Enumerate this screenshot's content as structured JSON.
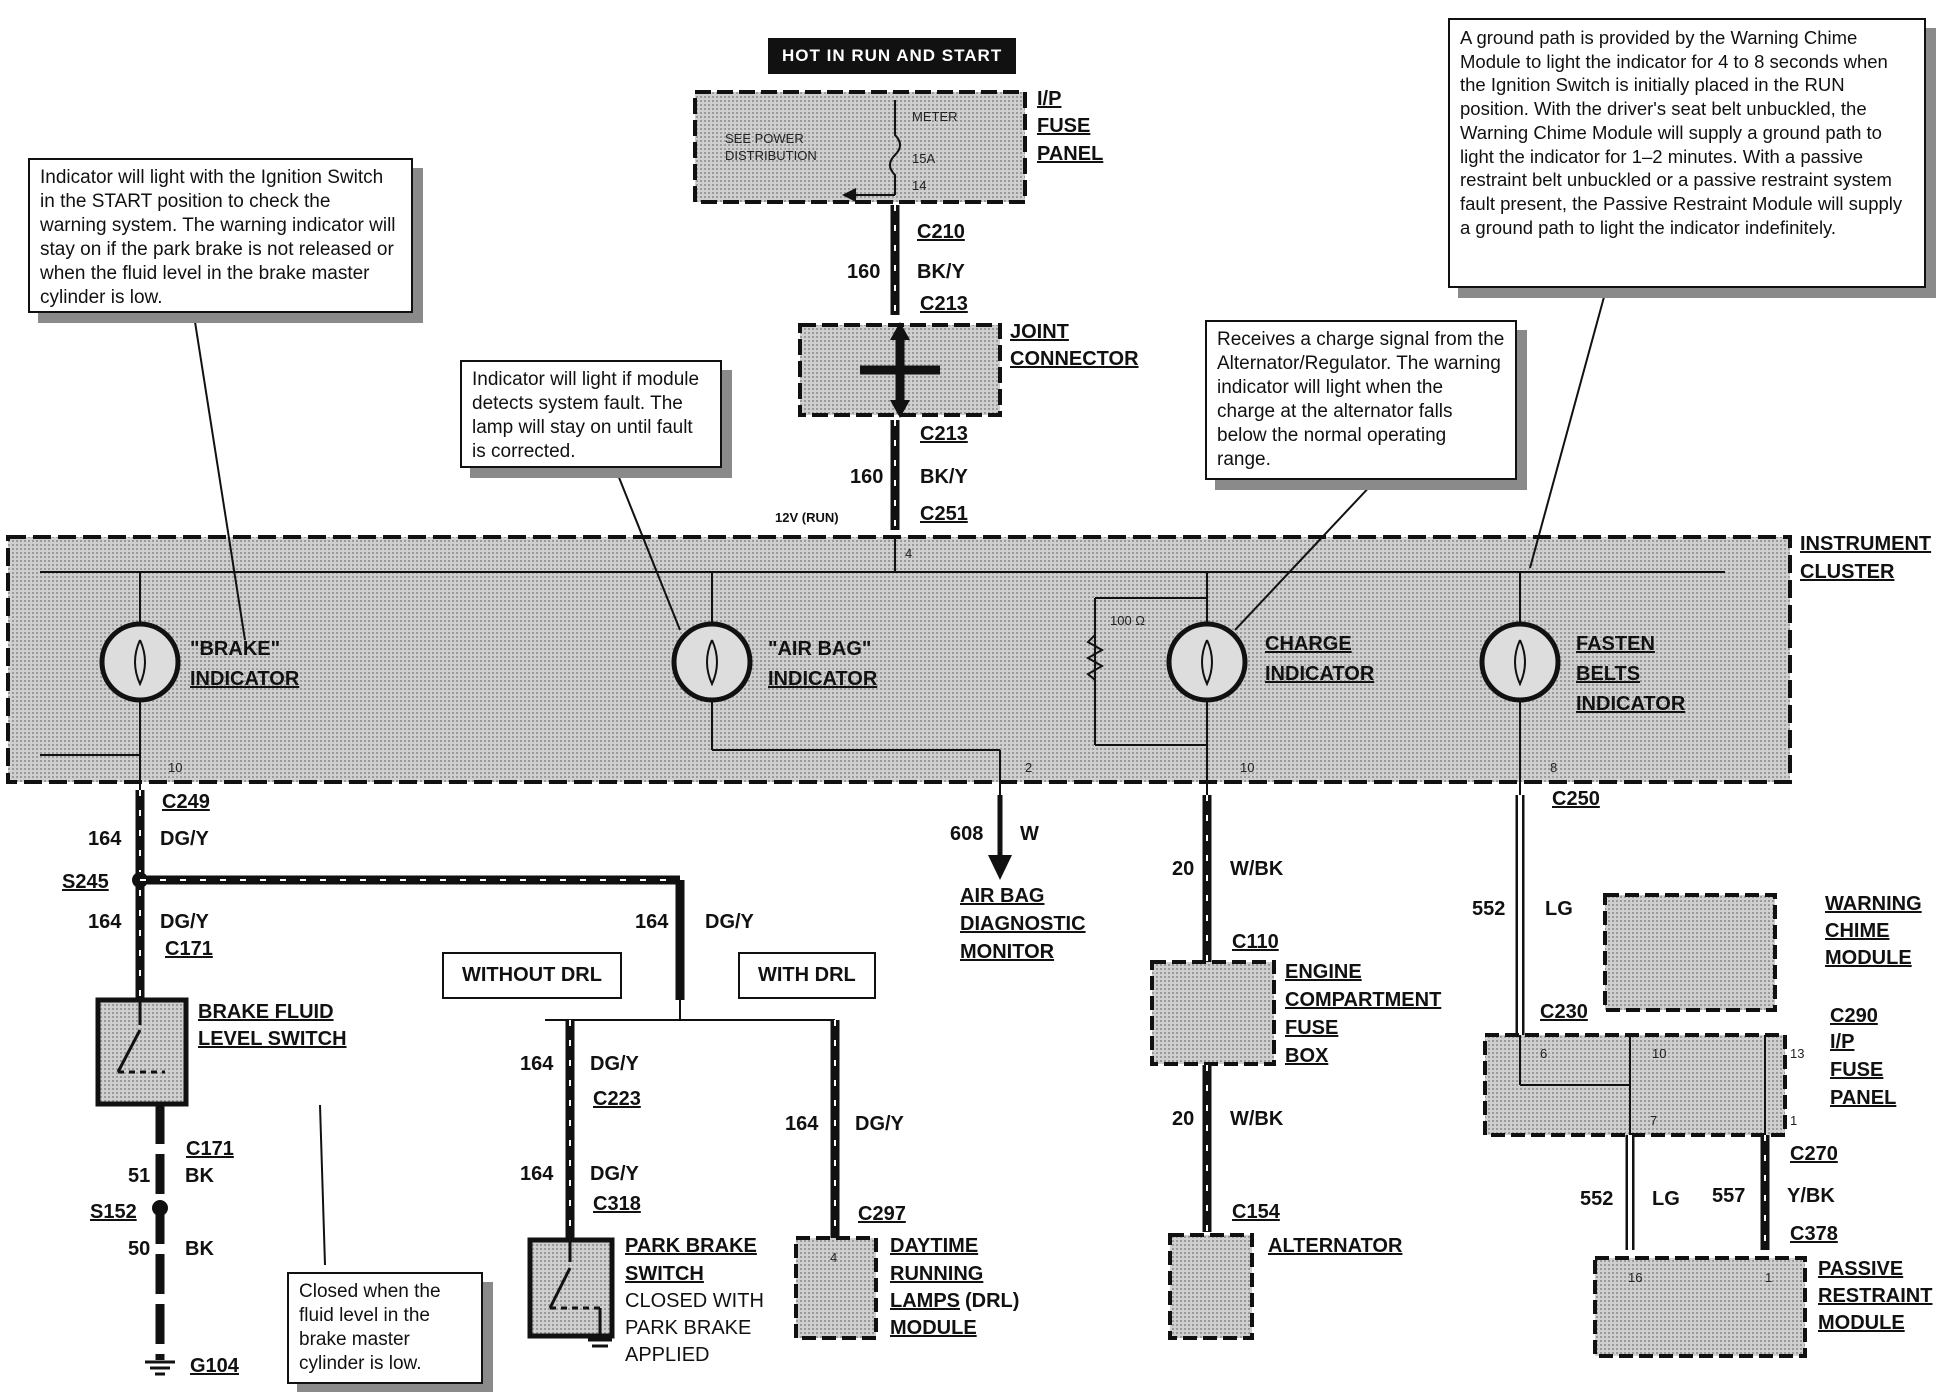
{
  "header": {
    "hot_label": "HOT IN RUN AND START"
  },
  "notes": {
    "brake": "Indicator will light with the Ignition Switch in the START position to check the warning system. The warning indicator will stay on if the park brake is not released or when the fluid level in the brake master cylinder is low.",
    "airbag": "Indicator will light if module detects system fault. The lamp will stay on until fault is corrected.",
    "charge": "Receives a charge signal from the Alternator/Regulator. The warning indicator will light when the charge at the alternator falls below the normal operating range.",
    "fasten": "A ground path is provided by the Warning Chime Module to light the indicator for 4 to 8 seconds when the Ignition Switch is initially placed in the RUN position. With the driver's seat belt unbuckled, the Warning Chime Module will supply a ground path to light the indicator for 1–2 minutes. With a passive restraint belt unbuckled or a passive restraint system fault present, the Passive Restraint Module will supply a ground path to light the indicator indefinitely.",
    "fluid": "Closed when the fluid level in the brake master cylinder is low."
  },
  "fuse_panel_top": {
    "see_power": "SEE POWER",
    "distribution": "DISTRIBUTION",
    "meter": "METER",
    "amps": "15A",
    "pin": "14",
    "name1": "I/P",
    "name2": "FUSE",
    "name3": "PANEL"
  },
  "joint_connector": {
    "line1": "JOINT",
    "line2": "CONNECTOR"
  },
  "connectors": {
    "c210": "C210",
    "c213a": "C213",
    "c213b": "C213",
    "c251": "C251",
    "v12run": "12V (RUN)",
    "c249": "C249",
    "s245": "S245",
    "c171a": "C171",
    "c171b": "C171",
    "s152": "S152",
    "g104": "G104",
    "c223": "C223",
    "c318": "C318",
    "c297": "C297",
    "c110": "C110",
    "c154": "C154",
    "c250": "C250",
    "c230": "C230",
    "c290": "C290",
    "c270": "C270",
    "c378": "C378"
  },
  "wires": {
    "w160a": "160",
    "bky_a": "BK/Y",
    "w160b": "160",
    "bky_b": "BK/Y",
    "w164a": "164",
    "dgy_a": "DG/Y",
    "w164b": "164",
    "dgy_b": "DG/Y",
    "w164c": "164",
    "dgy_c": "DG/Y",
    "w164d": "164",
    "dgy_d": "DG/Y",
    "w164e": "164",
    "dgy_e": "DG/Y",
    "w164f": "164",
    "dgy_f": "DG/Y",
    "w51": "51",
    "bk51": "BK",
    "w50": "50",
    "bk50": "BK",
    "w608": "608",
    "w_w": "W",
    "w20a": "20",
    "wbk_a": "W/BK",
    "w20b": "20",
    "wbk_b": "W/BK",
    "w552a": "552",
    "lg_a": "LG",
    "w552b": "552",
    "lg_b": "LG",
    "w557": "557",
    "yb": "Y/BK"
  },
  "cluster": {
    "name1": "INSTRUMENT",
    "name2": "CLUSTER",
    "brake1": "\"BRAKE\"",
    "brake2": "INDICATOR",
    "airbag1": "\"AIR BAG\"",
    "airbag2": "INDICATOR",
    "charge1": "CHARGE",
    "charge2": "INDICATOR",
    "fasten1": "FASTEN",
    "fasten2": "BELTS",
    "fasten3": "INDICATOR",
    "resistor": "100 Ω",
    "pin4": "4",
    "pin10a": "10",
    "pin2": "2",
    "pin10b": "10",
    "pin8": "8"
  },
  "components": {
    "bfls1": "BRAKE FLUID",
    "bfls2": "LEVEL SWITCH",
    "without_drl": "WITHOUT DRL",
    "with_drl": "WITH DRL",
    "pbs1": "PARK BRAKE",
    "pbs2": "SWITCH",
    "pbs3": "CLOSED WITH",
    "pbs4": "PARK BRAKE",
    "pbs5": "APPLIED",
    "drl1": "DAYTIME",
    "drl2": "RUNNING",
    "drl3": "LAMPS",
    "drl3b": "(DRL)",
    "drl4": "MODULE",
    "drl_pin": "4",
    "abdm1": "AIR BAG",
    "abdm2": "DIAGNOSTIC",
    "abdm3": "MONITOR",
    "ecfb1": "ENGINE",
    "ecfb2": "COMPARTMENT",
    "ecfb3": "FUSE",
    "ecfb4": "BOX",
    "alt": "ALTERNATOR",
    "wcm1": "WARNING",
    "wcm2": "CHIME",
    "wcm3": "MODULE",
    "ipf1": "I/P",
    "ipf2": "FUSE",
    "ipf3": "PANEL",
    "ipf_p6": "6",
    "ipf_p10": "10",
    "ipf_p13": "13",
    "ipf_p7": "7",
    "ipf_p1": "1",
    "prm1": "PASSIVE",
    "prm2": "RESTRAINT",
    "prm3": "MODULE",
    "prm_p16": "16",
    "prm_p1": "1"
  }
}
